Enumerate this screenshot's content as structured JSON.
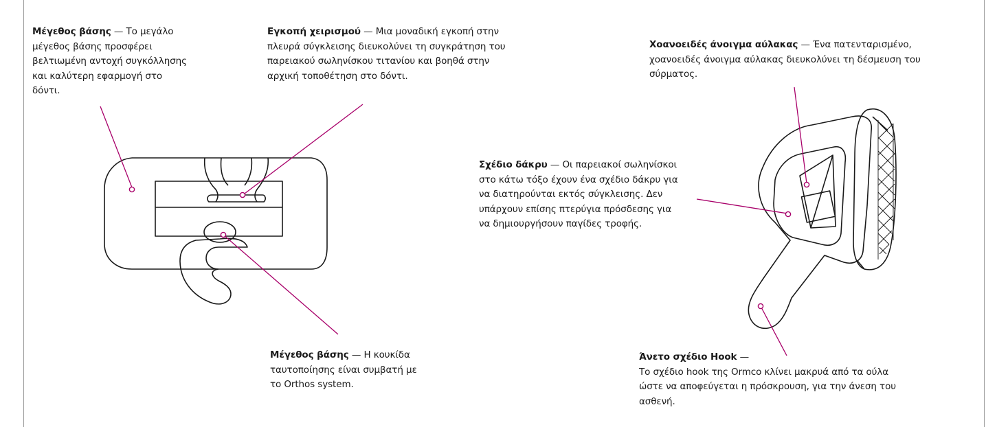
{
  "colors": {
    "accent": "#a8006a",
    "line": "#1a1a1a"
  },
  "callouts": {
    "base_size": {
      "title": "Μέγεθος βάσης",
      "dash": " — ",
      "text": "Το μεγάλο μέγεθος βάσης προσφέρει βελτιωμένη αντοχή συγκόλλησης και καλύτερη εφαρμογή στο δόντι."
    },
    "handling_notch": {
      "title": "Εγκοπή χειρισμού",
      "dash": " — ",
      "text": "Μια μοναδική εγκοπή στην πλευρά σύγκλεισης διευκολύνει τη συγκράτηση του παρειακού σωληνίσκου τιτανίου και βοηθά στην αρχική τοποθέτηση στο δόντι."
    },
    "funnel_slot": {
      "title": "Χοανοειδές άνοιγμα αύλακας",
      "dash": " — ",
      "text": "Ένα πατενταρισμένο, χοανοειδές άνοιγμα αύλακας διευκολύνει τη δέσμευση του σύρματος."
    },
    "teardrop": {
      "title": "Σχέδιο δάκρυ",
      "dash": " — ",
      "text": "Οι παρειακοί σωληνίσκοι στο κάτω τόξο έχουν ένα σχέδιο δάκρυ για να διατηρούνται εκτός σύγκλεισης. Δεν υπάρχουν επίσης πτερύγια πρόσδεσης για να δημιουργήσουν παγίδες τροφής."
    },
    "id_dot": {
      "title": "Μέγεθος βάσης",
      "dash": " — ",
      "text": "Η κουκίδα ταυτοποίησης είναι συμβατή με το Orthos system."
    },
    "hook": {
      "title": "Άνετο σχέδιο Hook",
      "dash": " —",
      "text": "Το σχέδιο hook της Ormco κλίνει μακρυά από τα ούλα ώστε να αποφεύγεται η πρόσκρουση, για την άνεση του ασθενή."
    }
  }
}
